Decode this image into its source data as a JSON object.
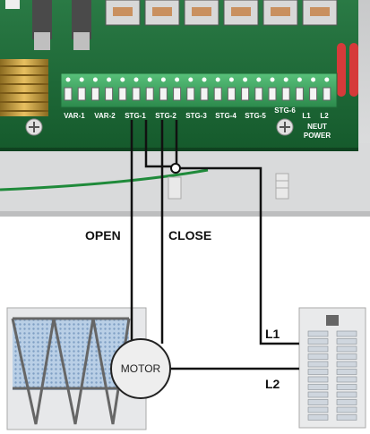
{
  "terminals": [
    "VAR-1",
    "VAR-2",
    "STG-1",
    "STG-2",
    "STG-3",
    "STG-4",
    "STG-5",
    "STG-6",
    "L1",
    "L2"
  ],
  "power_label_1": "NEUT",
  "power_label_2": "POWER",
  "open_label": "OPEN",
  "close_label": "CLOSE",
  "motor_label": "MOTOR",
  "l1_label": "L1",
  "l2_label": "L2",
  "colors": {
    "board": "#1f6b3a",
    "terminal_block": "#3aa862",
    "enclosure": "#d9dadb",
    "wire": "#111111",
    "damper": "#a9c3dd"
  }
}
